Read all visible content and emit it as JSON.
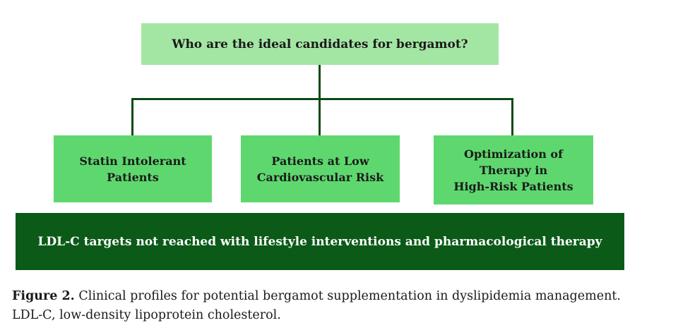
{
  "diagram": {
    "question": "Who are the ideal candidates for bergamot?",
    "candidates": [
      "Statin Intolerant\nPatients",
      "Patients at Low\nCardiovascular Risk",
      "Optimization of\nTherapy in\nHigh-Risk Patients"
    ],
    "base": "LDL-C targets not reached with lifestyle interventions and pharmacological therapy",
    "colors": {
      "question_box": "#a3e6a3",
      "candidate_box": "#5ed86e",
      "base_box": "#0b5a18",
      "connector": "#0b4a14"
    }
  },
  "caption": {
    "label": "Figure 2.",
    "line1": "Clinical profiles for potential bergamot supplementation in dyslipidemia management.",
    "line2": "LDL-C, low-density lipoprotein cholesterol."
  }
}
